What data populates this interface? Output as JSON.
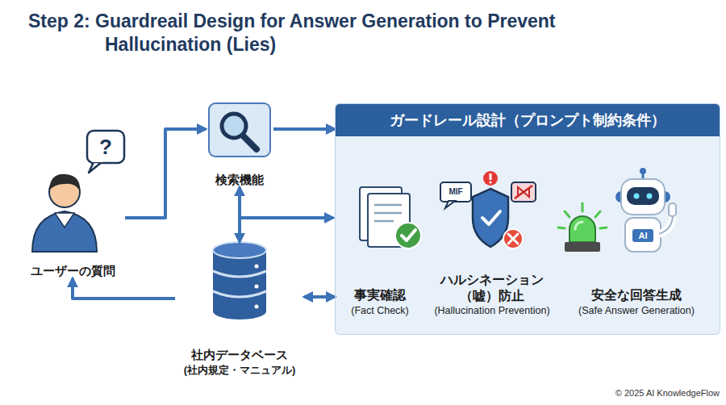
{
  "diagram": {
    "title": "Step 2: Guardreail Design for Answer Generation to Prevent Hallucination (Lies)",
    "nodes": [
      {
        "text": [
          "ユーザーの質問"
        ]
      },
      {
        "text": [
          "検索機能"
        ]
      },
      {
        "text": [
          "ガードレール設計（プロンプト制約条件）"
        ]
      },
      {
        "text": [
          "事実確認",
          "(Fact Check)"
        ],
        "in": 2
      },
      {
        "text": [
          "ハルシネーション （嘘）防止",
          "(Hallucination Prevention)"
        ],
        "in": 2
      },
      {
        "text": [
          "安全な回答生成",
          "(Safe Answer Generation)"
        ],
        "in": 2
      },
      {
        "text": [
          "社内データベース",
          "(社内規定・マニュアル)"
        ]
      }
    ],
    "edges": [
      {
        "from": 0,
        "to": 1,
        "arrow": "to"
      },
      {
        "from": 1,
        "to": 2,
        "arrow": "to"
      },
      {
        "from": 1,
        "to": 6,
        "arrow": "both"
      },
      {
        "from": 6,
        "to": 0,
        "arrow": "to"
      },
      {
        "from": 6,
        "to": 2,
        "arrow": "both"
      }
    ],
    "labels": [
      "?",
      "MIF",
      "AI",
      "© 2025 AI KnowledgeFlow"
    ]
  }
}
